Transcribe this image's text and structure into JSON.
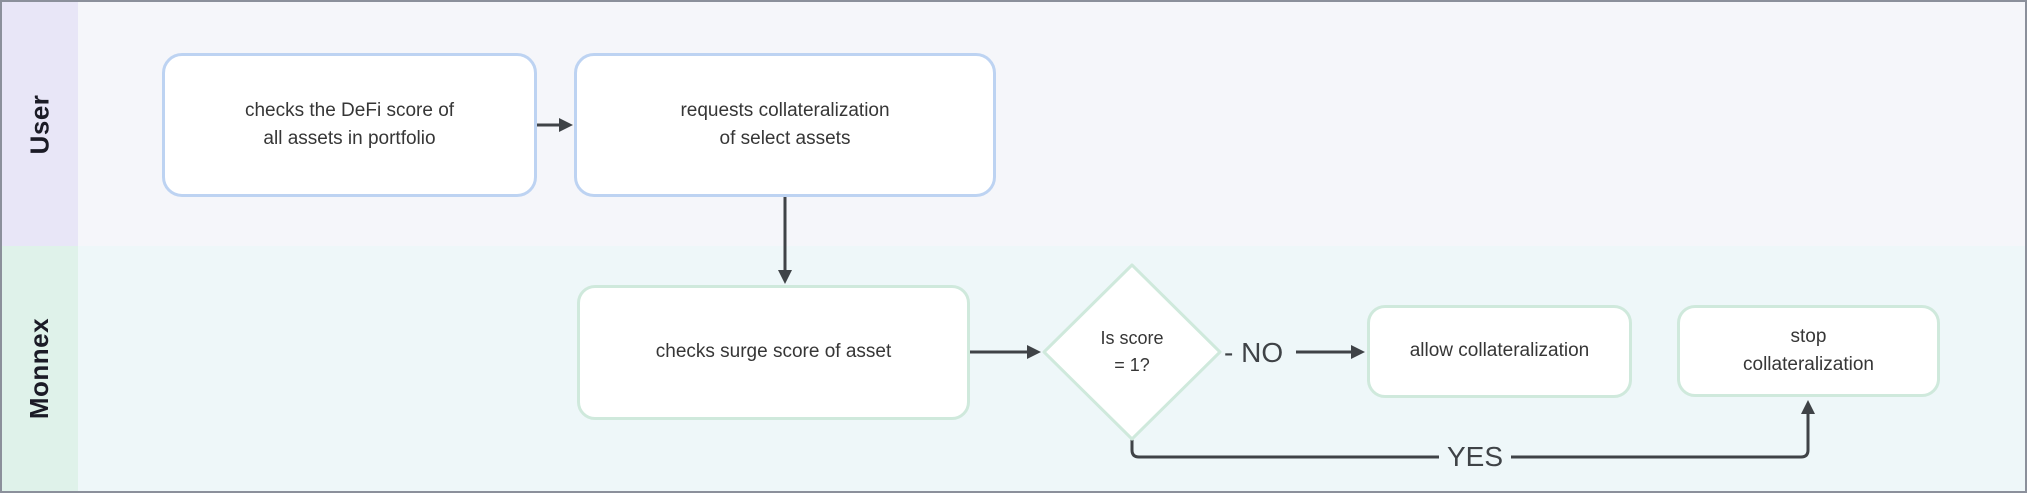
{
  "colors": {
    "canvas_border": "#8b909b",
    "line": "#3f4347",
    "text": "#363636",
    "label_text": "#1b1b26",
    "user_band": "#e8e6f7",
    "user_body": "#f5f6fa",
    "monnex_band": "#dff2ea",
    "monnex_body": "#eef7f9",
    "blue_node_border": "#bdd3f2",
    "mint_node_border": "#cfe9dc",
    "node_fill": "#ffffff"
  },
  "lanes": [
    {
      "label": "User"
    },
    {
      "label": "Monnex"
    }
  ],
  "nodes": [
    {
      "id": "check-defi-score",
      "lane": "User",
      "type": "process",
      "text": "checks the DeFi score of\nall assets in portfolio"
    },
    {
      "id": "request-collateralization",
      "lane": "User",
      "type": "process",
      "text": "requests collateralization\nof select assets"
    },
    {
      "id": "check-surge-score",
      "lane": "Monnex",
      "type": "process",
      "text": "checks surge score of asset"
    },
    {
      "id": "is-score-1",
      "lane": "Monnex",
      "type": "decision",
      "text": "Is score\n= 1?"
    },
    {
      "id": "allow-collateralization",
      "lane": "Monnex",
      "type": "process",
      "text": "allow collateralization"
    },
    {
      "id": "stop-collateralization",
      "lane": "Monnex",
      "type": "process",
      "text": "stop\ncollateralization"
    }
  ],
  "edges": {
    "no_label": "- NO",
    "yes_label": "YES"
  }
}
